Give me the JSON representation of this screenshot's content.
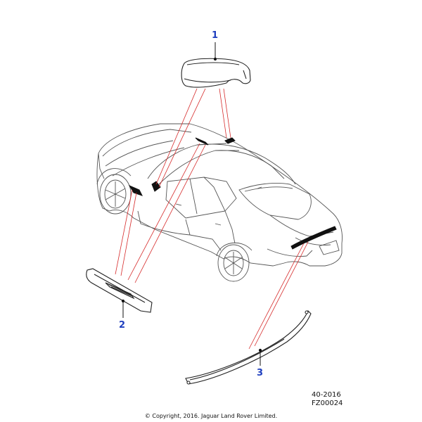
{
  "callouts": {
    "part1": "1",
    "part2": "2",
    "part3": "3"
  },
  "reference": {
    "date": "40-2016",
    "code": "FZ00024"
  },
  "footer": {
    "copyright": "© Copyright, 2016. Jaguar Land Rover Limited."
  },
  "colors": {
    "callout": "#1f3fbf",
    "leader": "#d62b2b",
    "line": "#222222"
  }
}
